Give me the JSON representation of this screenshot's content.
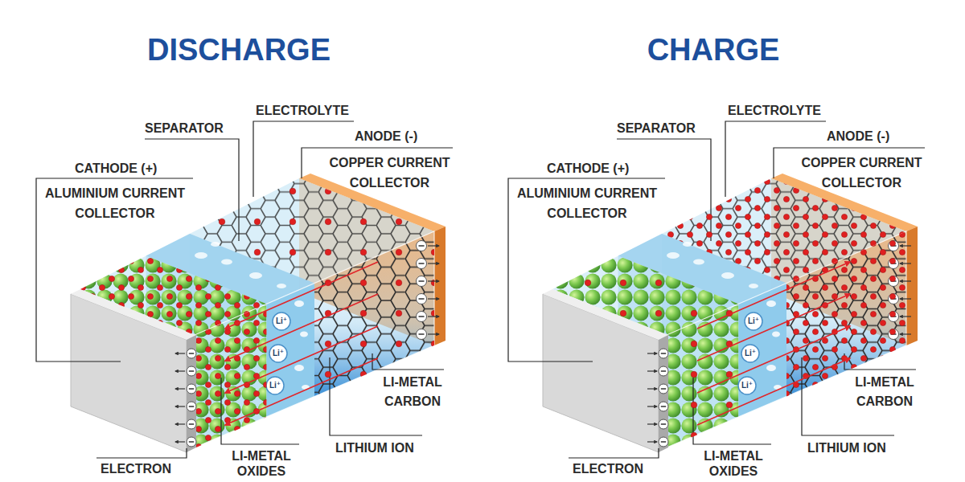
{
  "diagram": {
    "labels": [
      "DISCHARGE",
      "SEPARATOR",
      "ELECTROLYTE",
      "ANODE (-)",
      "COPPER CURRENT COLLECTOR",
      "CATHODE (+)",
      "ALUMINIUM CURRENT COLLECTOR",
      "LI-METAL CARBON",
      "LITHIUM ION",
      "ELECTRON",
      "LI-METAL OXIDES",
      "Li⁺",
      "Li⁺",
      "Li⁺",
      "CHARGE",
      "SEPARATOR",
      "ELECTROLYTE",
      "ANODE (-)",
      "COPPER CURRENT COLLECTOR",
      "CATHODE (+)",
      "ALUMINIUM CURRENT COLLECTOR",
      "LI-METAL CARBON",
      "LITHIUM ION",
      "ELECTRON",
      "LI-METAL OXIDES",
      "Li⁺",
      "Li⁺",
      "Li⁺"
    ]
  }
}
